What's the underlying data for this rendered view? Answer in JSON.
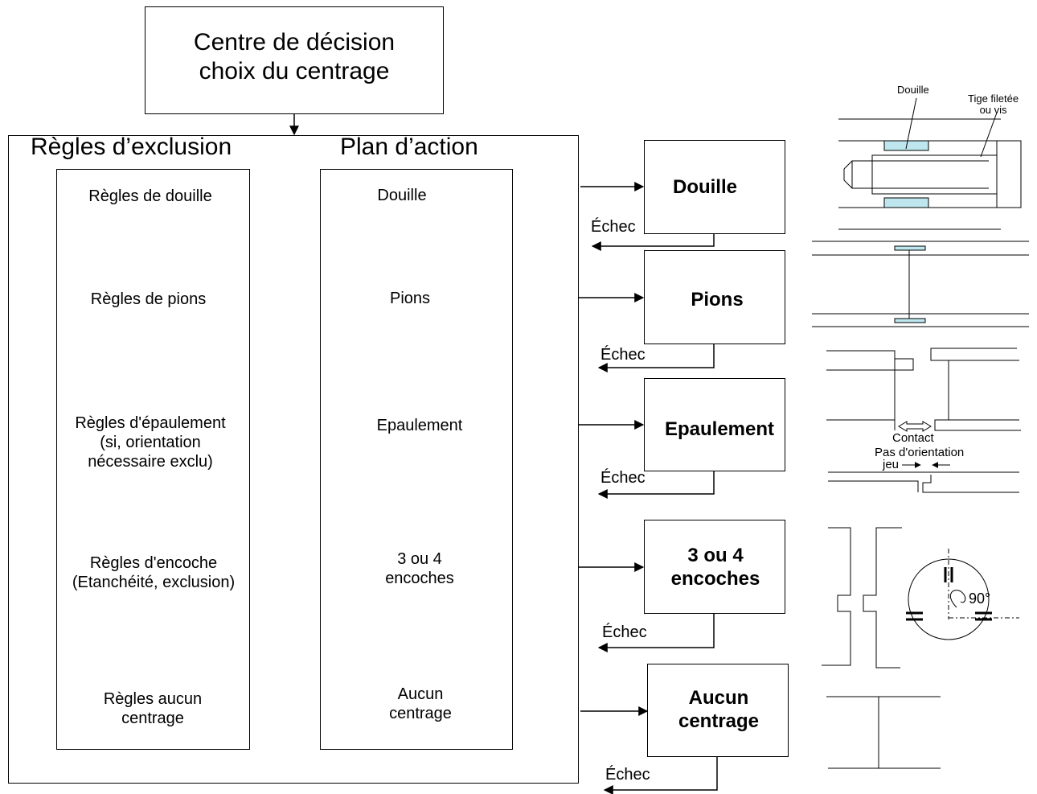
{
  "decision_center": {
    "title": "Centre de décision\nchoix du centrage"
  },
  "exclusion": {
    "heading": "Règles d’exclusion",
    "rules": [
      "Règles de douille",
      "Règles de pions",
      "Règles d'épaulement\n(si, orientation\nnécessaire exclu)",
      "Règles d'encoche\n(Etanchéité, exclusion)",
      "Règles aucun\ncentrage"
    ]
  },
  "plan": {
    "heading": "Plan d’action",
    "actions": [
      "Douille",
      "Pions",
      "Epaulement",
      "3 ou 4\nencoches",
      "Aucun\ncentrage"
    ]
  },
  "outcomes": [
    {
      "label": "Douille",
      "fail": "Échec"
    },
    {
      "label": "Pions",
      "fail": "Échec"
    },
    {
      "label": "Epaulement",
      "fail": "Échec"
    },
    {
      "label": "3 ou 4\nencoches",
      "fail": "Échec"
    },
    {
      "label": "Aucun\ncentrage",
      "fail": "Échec"
    }
  ],
  "sketches": {
    "douille_label": "Douille",
    "tige_label": "Tige filetée\nou vis",
    "contact_label": "Contact",
    "pas_orientation_label": "Pas d'orientation",
    "jeu_label": "jeu",
    "angle_label": "90°"
  },
  "colors": {
    "sleeve": "#bde6ee",
    "line": "#000000"
  }
}
